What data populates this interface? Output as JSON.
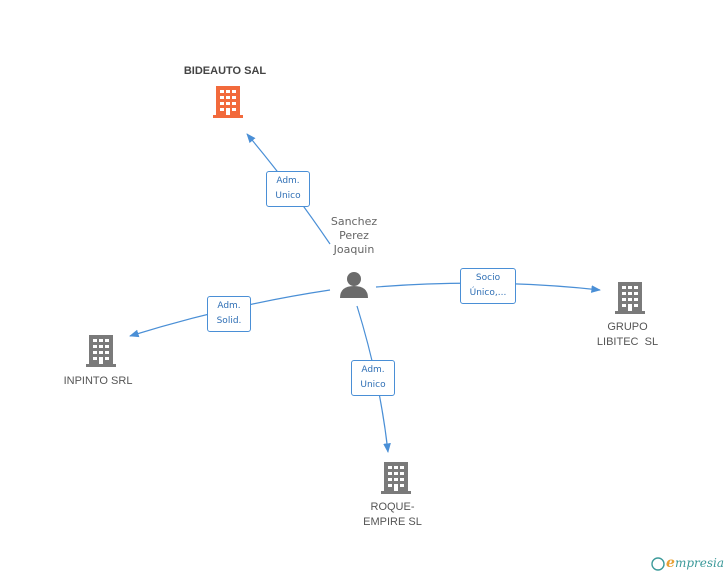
{
  "center": {
    "name_lines": [
      "Sanchez",
      "Perez",
      "Joaquin"
    ],
    "icon": "person-icon"
  },
  "companies": [
    {
      "id": "bideauto",
      "lines": [
        "BIDEAUTO SAL"
      ],
      "icon": "building-icon",
      "color": "#f26a3c",
      "focus": true
    },
    {
      "id": "grupo-libitec",
      "lines": [
        "GRUPO",
        "LIBITEC  SL"
      ],
      "icon": "building-icon",
      "color": "#7a7a7a"
    },
    {
      "id": "inpinto",
      "lines": [
        "INPINTO SRL"
      ],
      "icon": "building-icon",
      "color": "#7a7a7a"
    },
    {
      "id": "roque-empire",
      "lines": [
        "ROQUE-",
        "EMPIRE SL"
      ],
      "icon": "building-icon",
      "color": "#7a7a7a"
    }
  ],
  "edges": [
    {
      "to": "bideauto",
      "lines": [
        "Adm.",
        "Unico"
      ]
    },
    {
      "to": "grupo-libitec",
      "lines": [
        "Socio",
        "Único,..."
      ]
    },
    {
      "to": "inpinto",
      "lines": [
        "Adm.",
        "Solid."
      ]
    },
    {
      "to": "roque-empire",
      "lines": [
        "Adm.",
        "Unico"
      ]
    }
  ],
  "footer": {
    "copyright_symbol": "©",
    "brand_initial": "e",
    "brand_rest": "mpresia"
  },
  "colors": {
    "edge": "#4a8fd6",
    "focus_building": "#f26a3c",
    "building": "#7a7a7a",
    "person": "#6b6b6b"
  }
}
